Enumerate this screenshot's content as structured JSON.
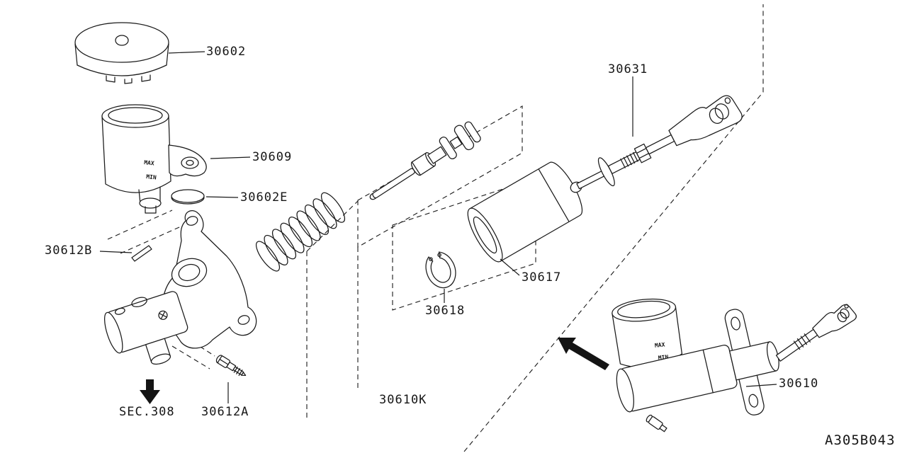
{
  "diagram": {
    "code": "A305B043",
    "labels": {
      "cap": "30602",
      "reservoir": "30609",
      "seal": "30602E",
      "pin": "30612B",
      "push_rod": "30631",
      "sleeve": "30617",
      "snap_ring": "30618",
      "repair_kit": "30610K",
      "bleeder_screw": "30612A",
      "assembly": "30610",
      "section_ref": "SEC.308"
    },
    "reservoir_marks": {
      "max": "MAX",
      "min": "MIN"
    }
  }
}
